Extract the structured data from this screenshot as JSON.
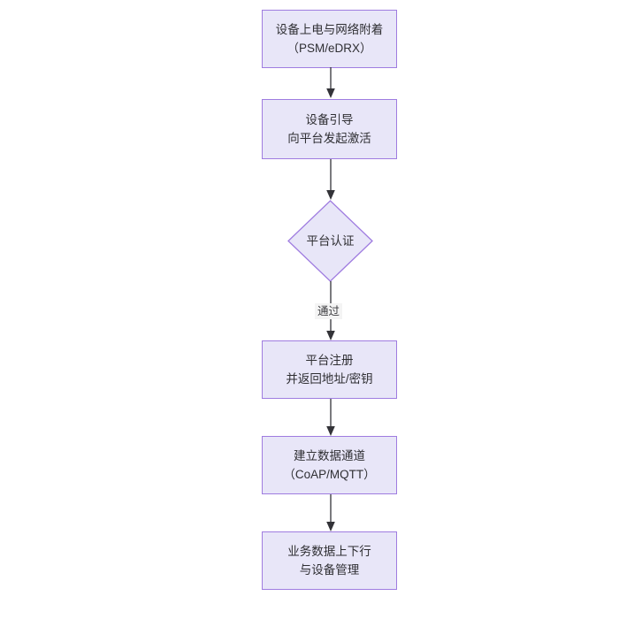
{
  "diagram": {
    "type": "flowchart",
    "orientation": "top-to-bottom",
    "title": "",
    "palette": {
      "node_fill": "#e8e6f8",
      "node_border": "#9f7ce0",
      "edge_stroke": "#333338",
      "text": "#2f2f33",
      "edge_label_bg": "#f4f4f4",
      "background": "#ffffff"
    },
    "nodes": [
      {
        "id": "n1",
        "shape": "rect",
        "lines": [
          "设备上电与网络附着",
          "（PSM/eDRX）"
        ]
      },
      {
        "id": "n2",
        "shape": "rect",
        "lines": [
          "设备引导",
          "向平台发起激活"
        ]
      },
      {
        "id": "n3",
        "shape": "diamond",
        "lines": [
          "平台认证"
        ]
      },
      {
        "id": "n4",
        "shape": "rect",
        "lines": [
          "平台注册",
          "并返回地址/密钥"
        ]
      },
      {
        "id": "n5",
        "shape": "rect",
        "lines": [
          "建立数据通道",
          "（CoAP/MQTT）"
        ]
      },
      {
        "id": "n6",
        "shape": "rect",
        "lines": [
          "业务数据上下行",
          "与设备管理"
        ]
      }
    ],
    "edges": [
      {
        "id": "e1",
        "from": "n1",
        "to": "n2",
        "label": ""
      },
      {
        "id": "e2",
        "from": "n2",
        "to": "n3",
        "label": ""
      },
      {
        "id": "e3",
        "from": "n3",
        "to": "n4",
        "label": "通过"
      },
      {
        "id": "e4",
        "from": "n4",
        "to": "n5",
        "label": ""
      },
      {
        "id": "e5",
        "from": "n5",
        "to": "n6",
        "label": ""
      }
    ]
  }
}
